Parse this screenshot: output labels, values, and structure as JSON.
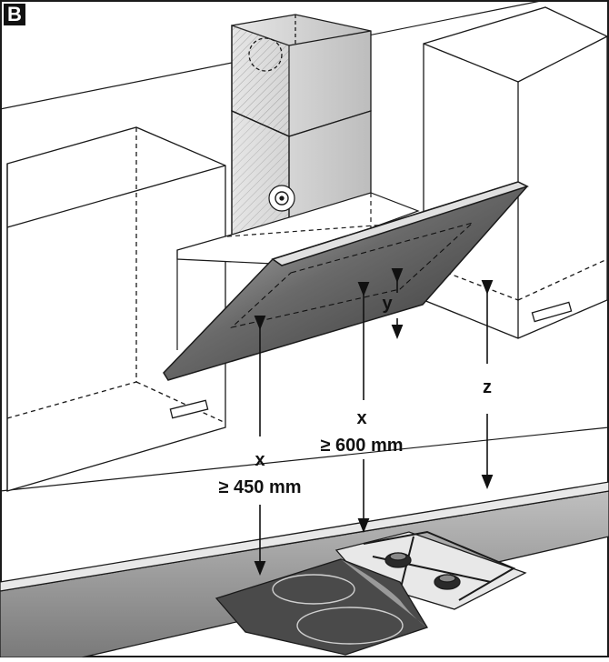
{
  "panel": {
    "label": "B"
  },
  "labels": {
    "y": "y",
    "z": "z",
    "x_left": "x",
    "x_left_min": "≥ 450 mm",
    "x_center": "x",
    "x_center_min": "≥ 600 mm"
  },
  "colors": {
    "line": "#1a1a1a",
    "glass_dark": "#3a3a3a",
    "glass_light": "#bdbdbd",
    "chimney": "#d6d6d6",
    "countertop": "#9a9a9a",
    "hob": "#4a4a4a"
  }
}
